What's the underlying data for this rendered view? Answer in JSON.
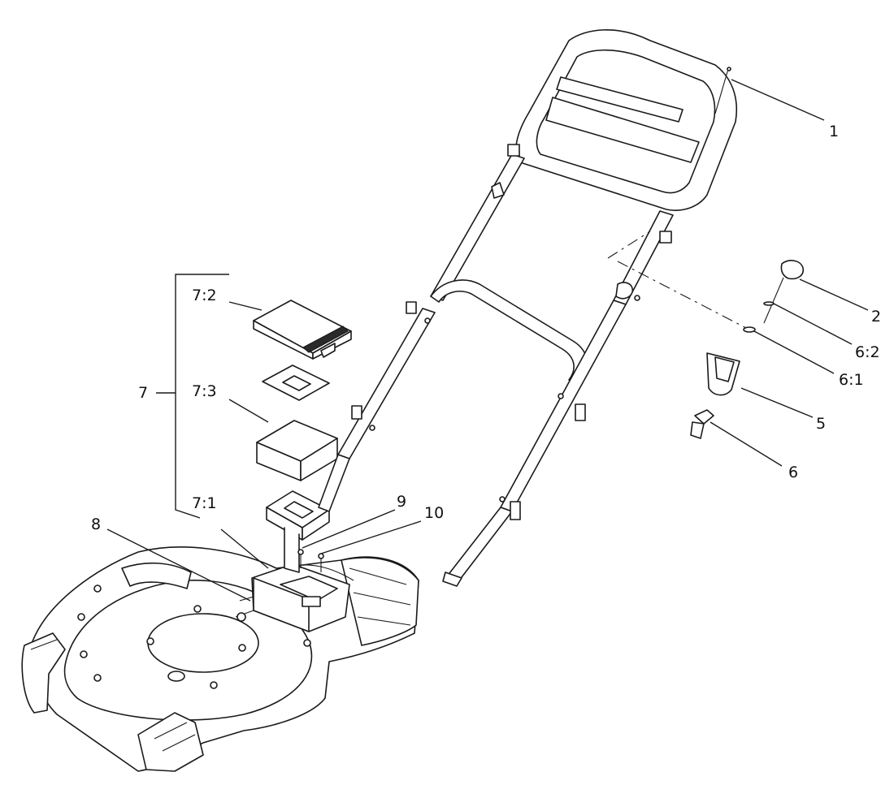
{
  "callouts": {
    "c1": "1",
    "c2": "2",
    "c6_2": "6:2",
    "c6_1": "6:1",
    "c5": "5",
    "c6": "6",
    "c7": "7",
    "c7_2": "7:2",
    "c7_3": "7:3",
    "c7_1": "7:1",
    "c8": "8",
    "c9": "9",
    "c10": "10"
  }
}
